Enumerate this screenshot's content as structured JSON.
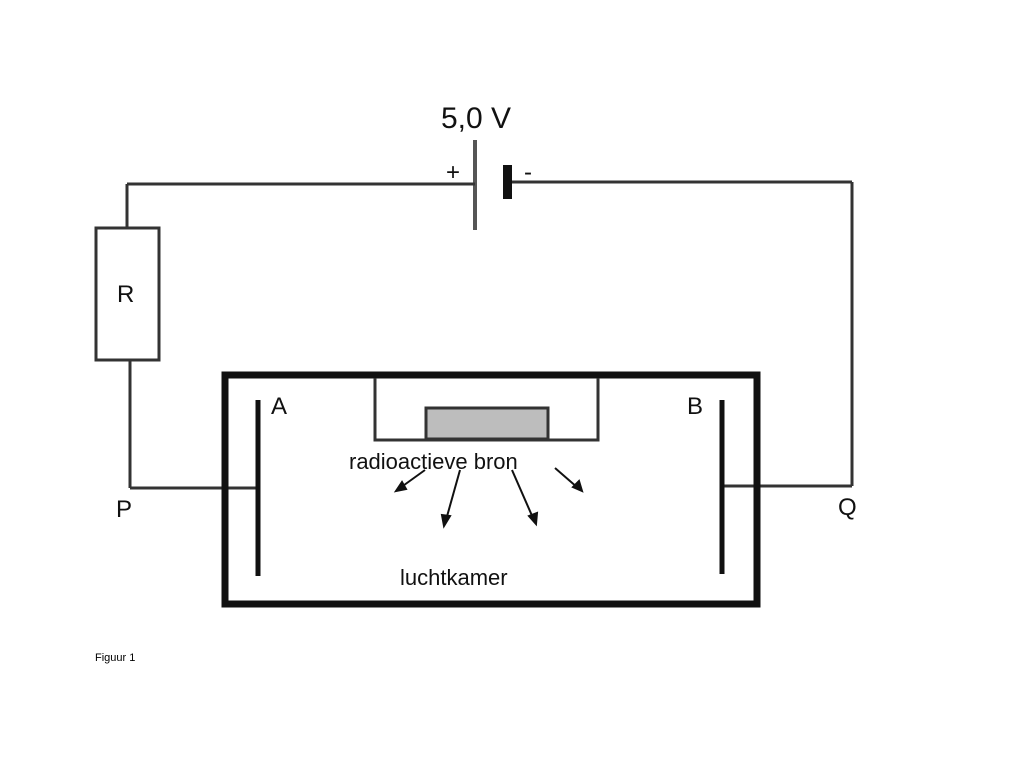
{
  "diagram": {
    "voltage_label": "5,0 V",
    "plus_sign": "+",
    "minus_sign": "-",
    "resistor_label": "R",
    "point_p": "P",
    "point_q": "Q",
    "plate_a": "A",
    "plate_b": "B",
    "source_label": "radioactieve bron",
    "chamber_label": "luchtkamer"
  },
  "caption": "Figuur 1",
  "colors": {
    "ink": "#111111",
    "wire": "#333333",
    "source_fill": "#bdbdbd"
  }
}
